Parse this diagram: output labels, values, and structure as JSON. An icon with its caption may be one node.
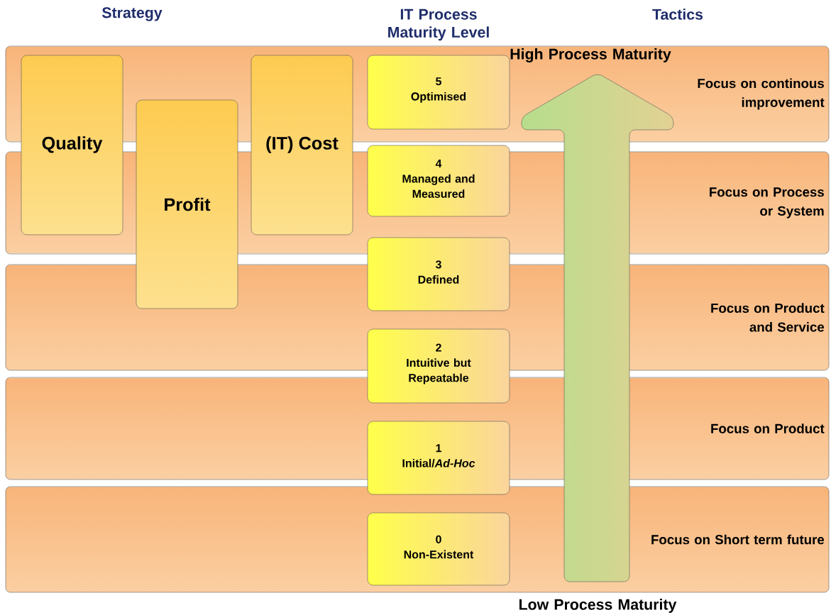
{
  "diagram": {
    "nodes": [
      {
        "text": [
          "Focus on continous improvement"
        ]
      },
      {
        "text": [
          "Focus on Process or System"
        ]
      },
      {
        "text": [
          "Focus on Product and Service"
        ]
      },
      {
        "text": [
          "Focus on Product"
        ]
      },
      {
        "text": [
          "Focus on Short term future"
        ]
      },
      {
        "text": [
          "Quality"
        ]
      },
      {
        "text": [
          "Profit"
        ]
      },
      {
        "text": [
          "(IT) Cost"
        ]
      },
      {
        "text": [
          "5",
          "Optimised"
        ],
        "in": 0
      },
      {
        "text": [
          "4",
          "Managed and Measured"
        ]
      },
      {
        "text": [
          "3",
          "Defined"
        ]
      },
      {
        "text": [
          "2",
          "Intuitive but Repeatable"
        ]
      },
      {
        "text": [
          "1",
          "Initial/*Ad-Hoc*"
        ]
      },
      {
        "text": [
          "0",
          "Non-Existent"
        ],
        "in": 4
      }
    ],
    "edges": [],
    "labels": [
      "Strategy",
      "IT Process Maturity Level",
      "Tactics",
      "High Process Maturity",
      "Low Process Maturity"
    ]
  }
}
